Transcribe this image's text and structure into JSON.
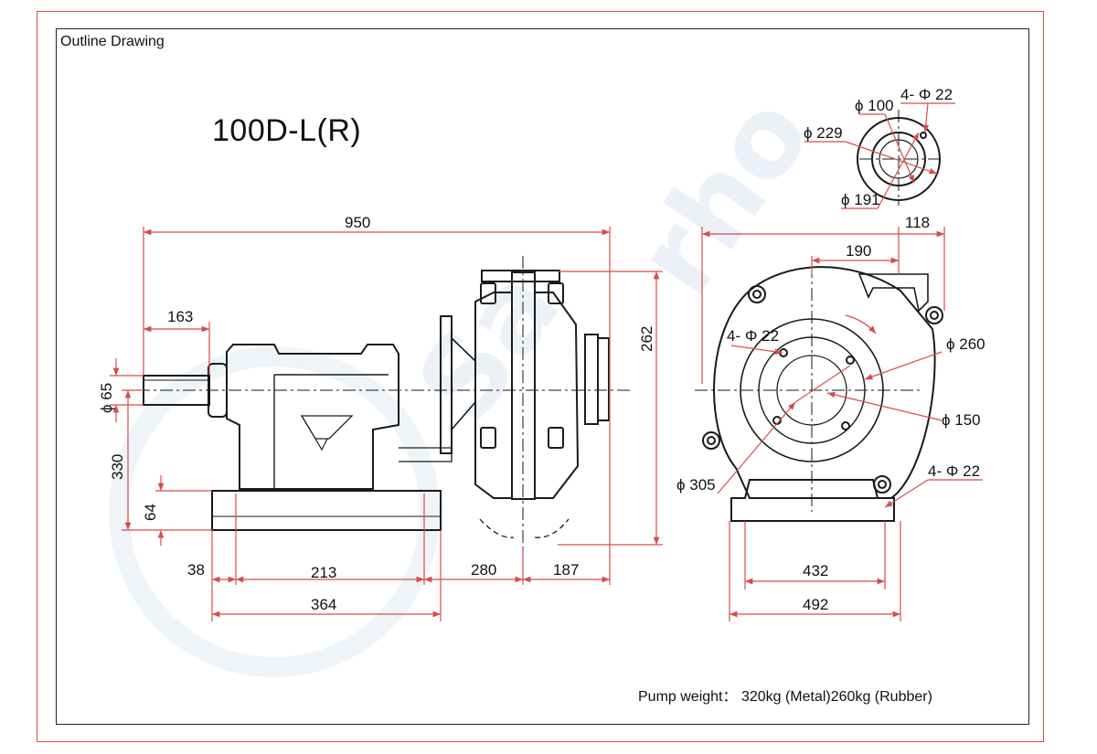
{
  "header": {
    "section_title": "Outline Drawing",
    "model": "100D-L(R)"
  },
  "footer": {
    "weight_text": "Pump weight： 320kg (Metal)260kg (Rubber)"
  },
  "flange": {
    "d_inner": "ϕ 100",
    "d_bolt_circle": "ϕ 191",
    "d_outer": "ϕ 229",
    "holes": "4- Φ 22"
  },
  "side_view": {
    "overall_length": "950",
    "shaft_extension": "163",
    "shaft_diameter": "ϕ 65",
    "shaft_center_height": "330",
    "base_height": "64",
    "base_offset": "38",
    "base_hole_spacing": "213",
    "base_length": "364",
    "frame_to_pump": "280",
    "pump_to_discharge": "187",
    "pump_height_above_center": "262"
  },
  "front_view": {
    "discharge_offset": "118",
    "discharge_center": "190",
    "casing_holes": "4- Φ 22",
    "d_260": "ϕ 260",
    "d_150": "ϕ 150",
    "d_305": "ϕ 305",
    "foot_holes": "4- Φ 22",
    "foot_hole_spacing": "432",
    "base_width": "492"
  },
  "colors": {
    "dimension": "#d94b4b",
    "outline": "#1a1a1a",
    "frame": "#d94b4b",
    "watermark": "#dbe6f2"
  }
}
